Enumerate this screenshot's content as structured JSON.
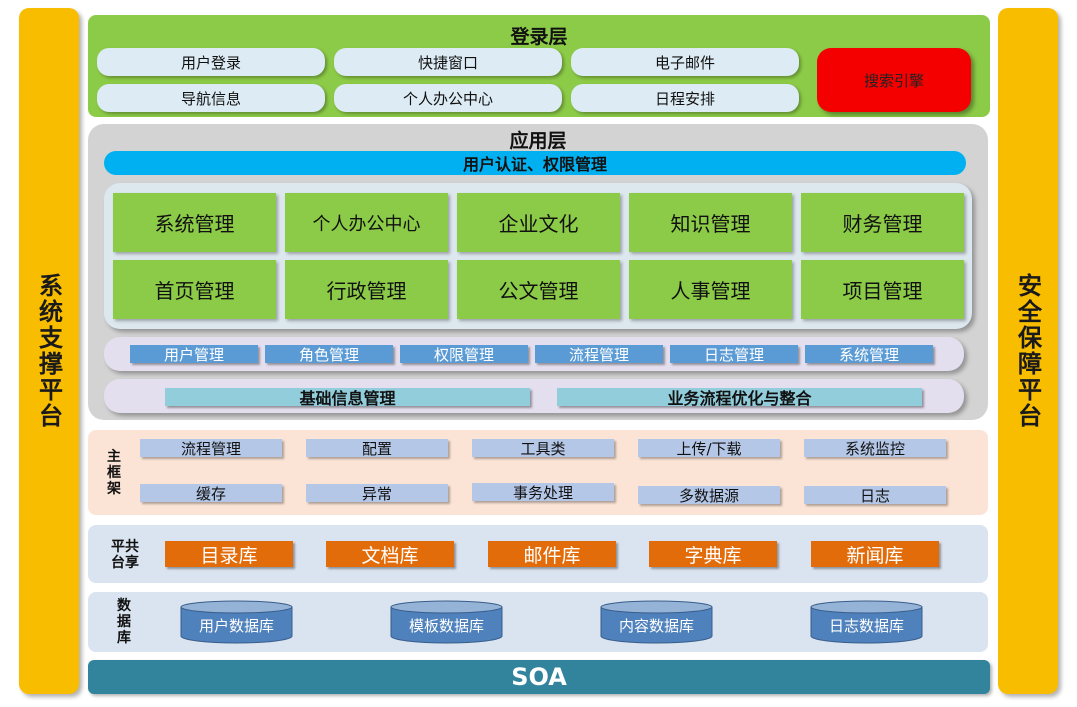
{
  "left_pillar": "系统支撑平台",
  "right_pillar": "安全保障平台",
  "login_layer": {
    "title": "登录层",
    "items": [
      "用户登录",
      "快捷窗口",
      "电子邮件",
      "导航信息",
      "个人办公中心",
      "日程安排"
    ],
    "search": "搜索引擎"
  },
  "app_layer": {
    "title": "应用层",
    "auth": "用户认证、权限管理",
    "modules": [
      "系统管理",
      "个人办公中心",
      "企业文化",
      "知识管理",
      "财务管理",
      "首页管理",
      "行政管理",
      "公文管理",
      "人事管理",
      "项目管理"
    ],
    "sub_bar": [
      "用户管理",
      "角色管理",
      "权限管理",
      "流程管理",
      "日志管理",
      "系统管理"
    ],
    "base_bar": [
      "基础信息管理",
      "业务流程优化与整合"
    ]
  },
  "framework": {
    "label": [
      "主",
      "框",
      "架"
    ],
    "items": [
      "流程管理",
      "配置",
      "工具类",
      "上传/下载",
      "系统监控",
      "缓存",
      "异常",
      "事务处理",
      "多数据源",
      "日志"
    ]
  },
  "shared": {
    "label": [
      "平共",
      "台享"
    ],
    "items": [
      "目录库",
      "文档库",
      "邮件库",
      "字典库",
      "新闻库"
    ]
  },
  "database": {
    "label": [
      "数",
      "据",
      "库"
    ],
    "items": [
      "用户数据库",
      "模板数据库",
      "内容数据库",
      "日志数据库"
    ]
  },
  "soa": "SOA",
  "colors": {
    "pillar": "#f9bd00",
    "green": "#8ccb47",
    "search": "#f50000",
    "auth": "#00b0f0",
    "chip_blue": "#5b9bd5",
    "chip_cyan": "#92cddc",
    "orange": "#e36c0a",
    "cylinder": "#4f81bd",
    "soa": "#31849b"
  }
}
